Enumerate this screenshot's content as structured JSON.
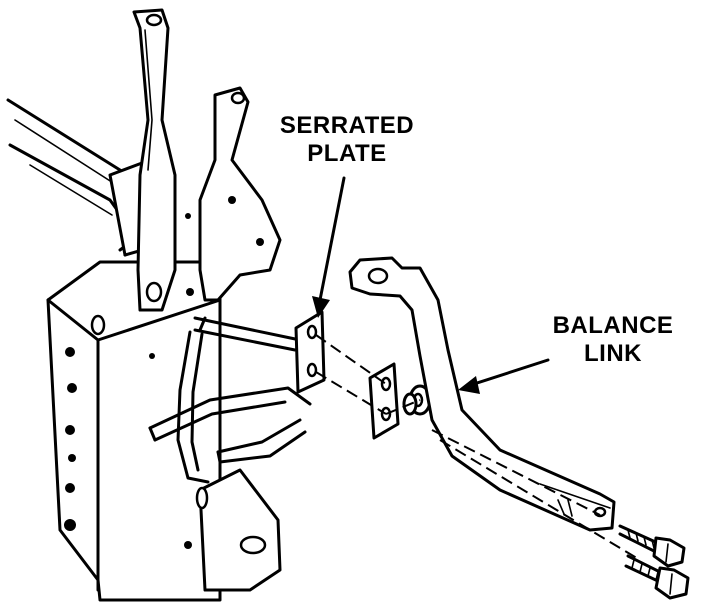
{
  "labels": {
    "serrated_line1": "SERRATED",
    "serrated_line2": "PLATE",
    "balance_line1": "BALANCE",
    "balance_line2": "LINK"
  }
}
